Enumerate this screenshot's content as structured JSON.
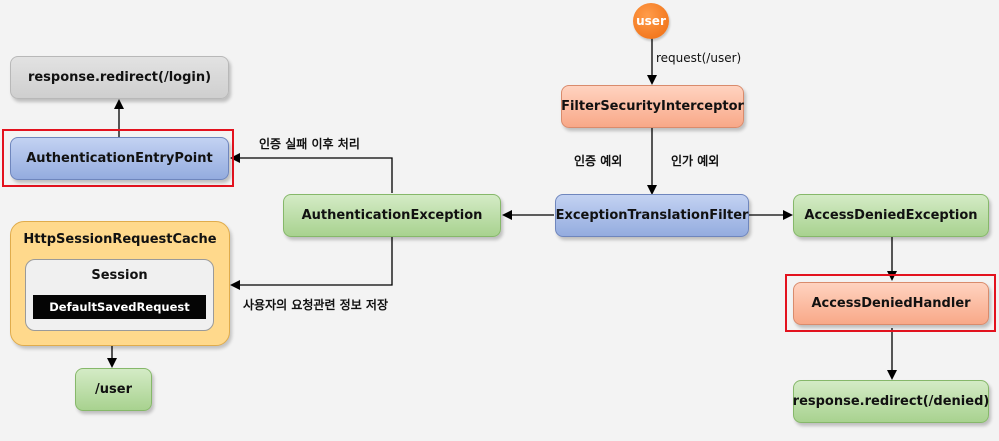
{
  "user": "user",
  "request_label": "request(/user)",
  "nodes": {
    "redirect_login": "response.redirect(/login)",
    "entry_point": "AuthenticationEntryPoint",
    "fsi": "FilterSecurityInterceptor",
    "auth_exception": "AuthenticationException",
    "etf": "ExceptionTranslationFilter",
    "access_denied_exception": "AccessDeniedException",
    "access_denied_handler": "AccessDeniedHandler",
    "redirect_denied": "response.redirect(/denied)",
    "cache": "HttpSessionRequestCache",
    "session": "Session",
    "saved_request": "DefaultSavedRequest",
    "user_path": "/user"
  },
  "labels": {
    "auth_fail": "인증 실패 이후 처리",
    "auth_exc": "인증 예외",
    "authz_exc": "인가 예외",
    "save_info": "사용자의 요청관련 정보 저장"
  },
  "colors": {
    "highlight": "#e3121e",
    "user": "#ee6b0f"
  }
}
